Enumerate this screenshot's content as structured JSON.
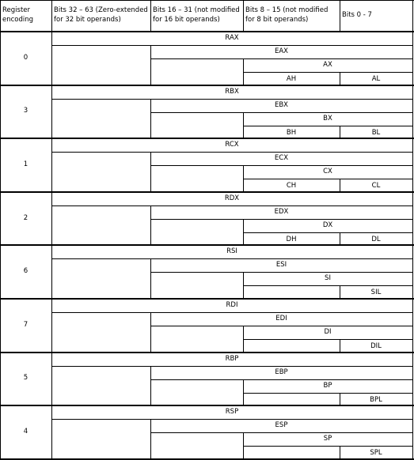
{
  "headers": [
    "Register encoding",
    "Bits 32 – 63 (Zero-extended for 32 bit operands)",
    "Bits 16 – 31 (not modified for 16 bit operands)",
    "Bits 8 – 15 (not modified for 8 bit operands)",
    "Bits 0 - 7"
  ],
  "registers": [
    {
      "encoding": "0",
      "r64": "RAX",
      "r32": "EAX",
      "r16": "AX",
      "r8h": "AH",
      "r8l": "AL"
    },
    {
      "encoding": "3",
      "r64": "RBX",
      "r32": "EBX",
      "r16": "BX",
      "r8h": "BH",
      "r8l": "BL"
    },
    {
      "encoding": "1",
      "r64": "RCX",
      "r32": "ECX",
      "r16": "CX",
      "r8h": "CH",
      "r8l": "CL"
    },
    {
      "encoding": "2",
      "r64": "RDX",
      "r32": "EDX",
      "r16": "DX",
      "r8h": "DH",
      "r8l": "DL"
    },
    {
      "encoding": "6",
      "r64": "RSI",
      "r32": "ESI",
      "r16": "SI",
      "r8h": "",
      "r8l": "SIL"
    },
    {
      "encoding": "7",
      "r64": "RDI",
      "r32": "EDI",
      "r16": "DI",
      "r8h": "",
      "r8l": "DIL"
    },
    {
      "encoding": "5",
      "r64": "RBP",
      "r32": "EBP",
      "r16": "BP",
      "r8h": "",
      "r8l": "BPL"
    },
    {
      "encoding": "4",
      "r64": "RSP",
      "r32": "ESP",
      "r16": "SP",
      "r8h": "",
      "r8l": "SPL"
    }
  ]
}
